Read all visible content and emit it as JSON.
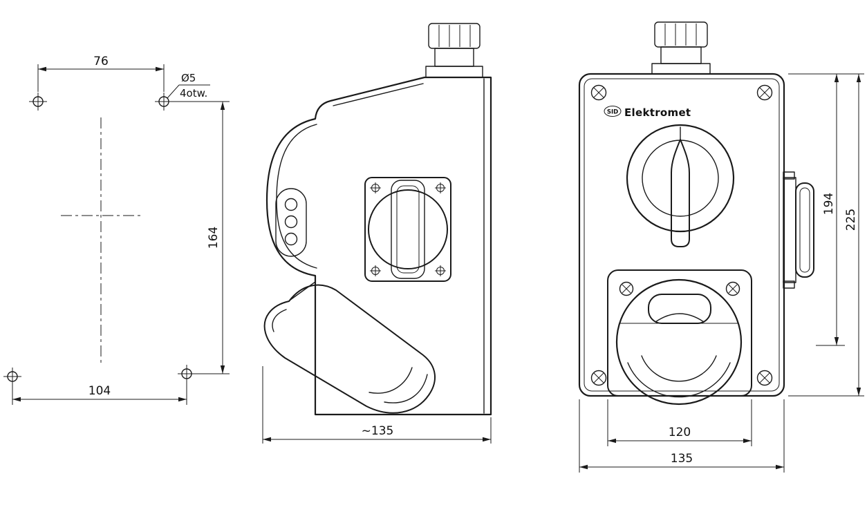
{
  "page": {
    "background": "#ffffff",
    "ink": "#1a1a1a"
  },
  "brand": {
    "logo_text": "SID",
    "name": "Elektromet"
  },
  "mounting_view": {
    "top_spacing": "76",
    "bottom_spacing": "104",
    "vertical_spacing": "164",
    "hole_diameter": "Ø5",
    "holes_note": "4otw."
  },
  "side_view": {
    "depth": "~135"
  },
  "front_view": {
    "socket_width": "120",
    "body_width": "135",
    "inner_height": "194",
    "body_height": "225"
  }
}
